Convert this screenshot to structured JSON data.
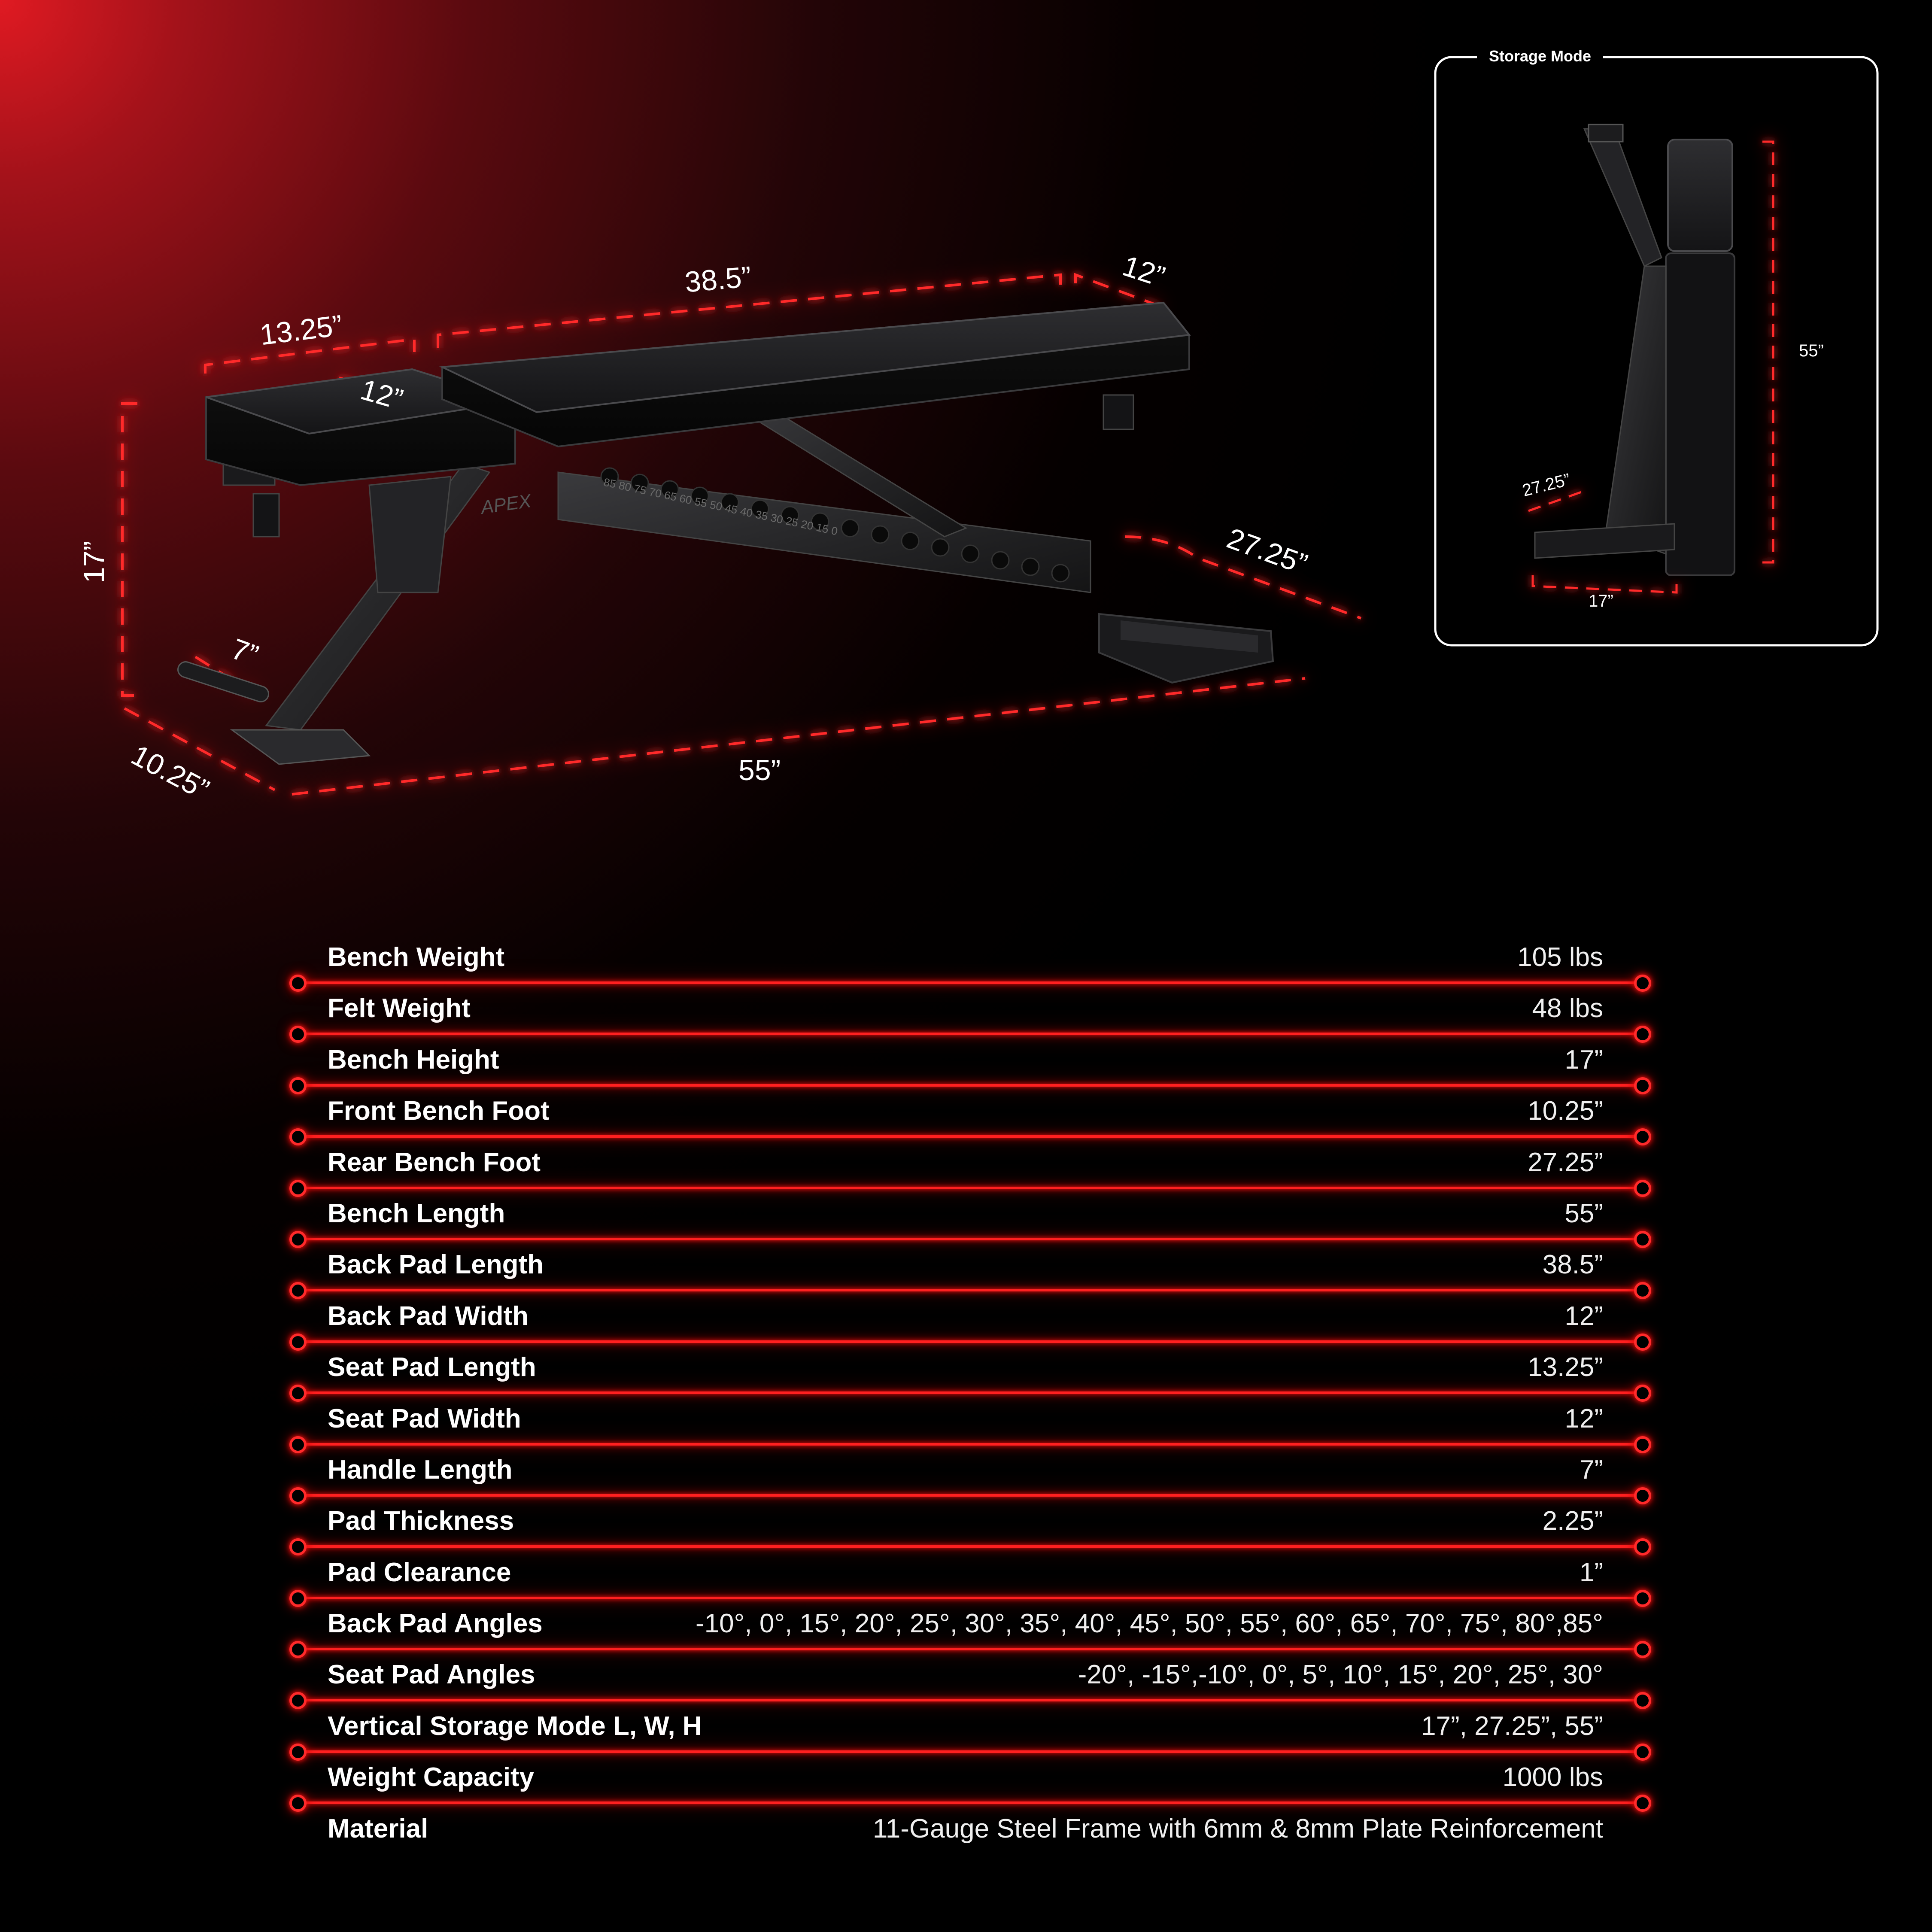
{
  "dimensions": {
    "seat_pad_length": "13.25”",
    "back_pad_length": "38.5”",
    "back_pad_width": "12”",
    "seat_pad_width": "12”",
    "height": "17”",
    "handle_length": "7”",
    "front_foot": "10.25”",
    "bench_length": "55”",
    "rear_foot": "27.25”"
  },
  "bench_markings": {
    "brand": "APEX",
    "angle_scale": [
      "85",
      "80",
      "75",
      "70",
      "65",
      "60",
      "55",
      "50",
      "45",
      "40",
      "35",
      "30",
      "25",
      "20",
      "15",
      "0"
    ]
  },
  "storage": {
    "title": "Storage Mode",
    "height": "55”",
    "width": "27.25”",
    "length": "17”"
  },
  "specs": [
    {
      "label": "Bench Weight",
      "value": "105 lbs"
    },
    {
      "label": "Felt Weight",
      "value": "48 lbs"
    },
    {
      "label": "Bench Height",
      "value": "17”"
    },
    {
      "label": "Front Bench Foot",
      "value": "10.25”"
    },
    {
      "label": "Rear Bench Foot",
      "value": "27.25”"
    },
    {
      "label": "Bench Length",
      "value": "55”"
    },
    {
      "label": "Back Pad Length",
      "value": "38.5”"
    },
    {
      "label": "Back Pad Width",
      "value": "12”"
    },
    {
      "label": "Seat Pad Length",
      "value": "13.25”"
    },
    {
      "label": "Seat Pad Width",
      "value": "12”"
    },
    {
      "label": "Handle Length",
      "value": "7”"
    },
    {
      "label": "Pad Thickness",
      "value": "2.25”"
    },
    {
      "label": "Pad Clearance",
      "value": "1”"
    },
    {
      "label": "Back Pad Angles",
      "value": "-10°, 0°, 15°, 20°, 25°, 30°, 35°, 40°, 45°, 50°, 55°, 60°, 65°, 70°, 75°, 80°,85°"
    },
    {
      "label": "Seat Pad Angles",
      "value": "-20°, -15°,-10°, 0°, 5°, 10°, 15°, 20°, 25°, 30°"
    },
    {
      "label": "Vertical Storage Mode L, W, H",
      "value": "17”, 27.25”, 55”"
    },
    {
      "label": "Weight Capacity",
      "value": "1000 lbs"
    },
    {
      "label": "Material",
      "value": "11-Gauge Steel Frame with 6mm & 8mm Plate Reinforcement"
    }
  ],
  "colors": {
    "accent": "#ff2020",
    "background": "#000000",
    "gradient_corner": "#e01a22",
    "bench_body": "#1c1c1e"
  }
}
